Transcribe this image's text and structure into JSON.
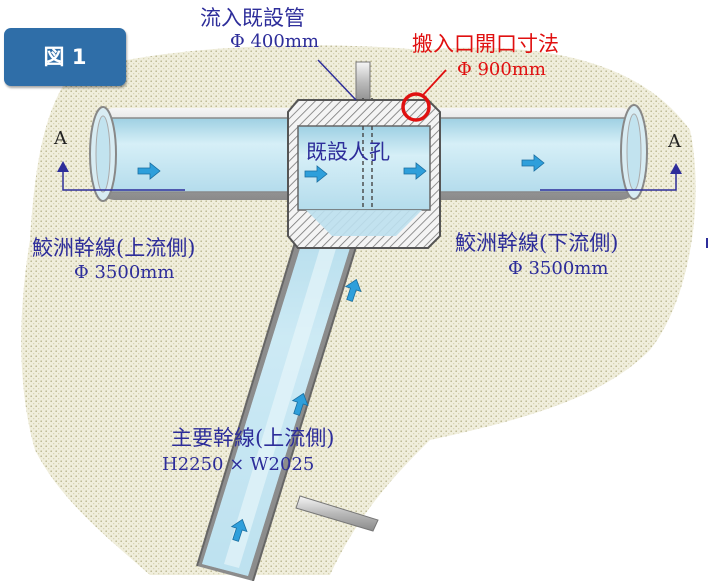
{
  "badge": "図 1",
  "labels": {
    "inflow_pipe_name": "流入既設管",
    "inflow_pipe_size": "Φ 400mm",
    "hatch_name": "搬入口開口寸法",
    "hatch_size": "Φ 900mm",
    "manhole": "既設人孔",
    "upstream_name": "鮫洲幹線(上流側)",
    "upstream_size": "Φ 3500mm",
    "downstream_name": "鮫洲幹線(下流側)",
    "downstream_size": "Φ 3500mm",
    "main_name": "主要幹線(上流側)",
    "main_size": "H2250 × W2025",
    "section_left": "A",
    "section_right": "A"
  },
  "colors": {
    "label_text": "#2d2d9a",
    "hatch_text": "#e01010",
    "pipe_fill": "#c4e6f2",
    "flow_arrow": "#2e9fdb",
    "badge_fill": "#2f6ea8"
  }
}
